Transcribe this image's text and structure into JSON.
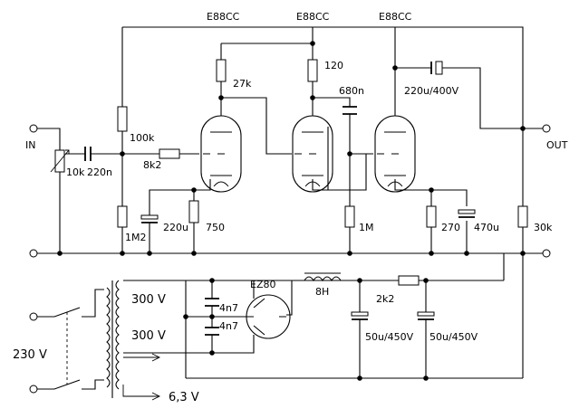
{
  "tubes": {
    "v1": "E88CC",
    "v2": "E88CC",
    "v3": "E88CC",
    "rectifier": "EZ80"
  },
  "io": {
    "input": "IN",
    "output": "OUT"
  },
  "resistors": {
    "r_grid_upper": "100k",
    "r_grid_lower": "1M2",
    "r_series_grid": "8k2",
    "r_plate1": "27k",
    "r_plate2": "120",
    "r_cathode1": "750",
    "r_grid3": "1M",
    "r_cathode3": "270",
    "r_bleed": "30k",
    "r_filter": "2k2",
    "pot": "10k"
  },
  "capacitors": {
    "c_input": "220n",
    "c_coupling": "680n",
    "c_output": "220u/400V",
    "c_cathode1": "220u",
    "c_cathode3": "470u",
    "c_snub1": "4n7",
    "c_snub2": "4n7",
    "c_filter1": "50u/450V",
    "c_filter2": "50u/450V"
  },
  "choke": "8H",
  "transformer": {
    "mains": "230 V",
    "sec_hi_1": "300 V",
    "sec_hi_2": "300 V",
    "heater": "6,3 V"
  }
}
